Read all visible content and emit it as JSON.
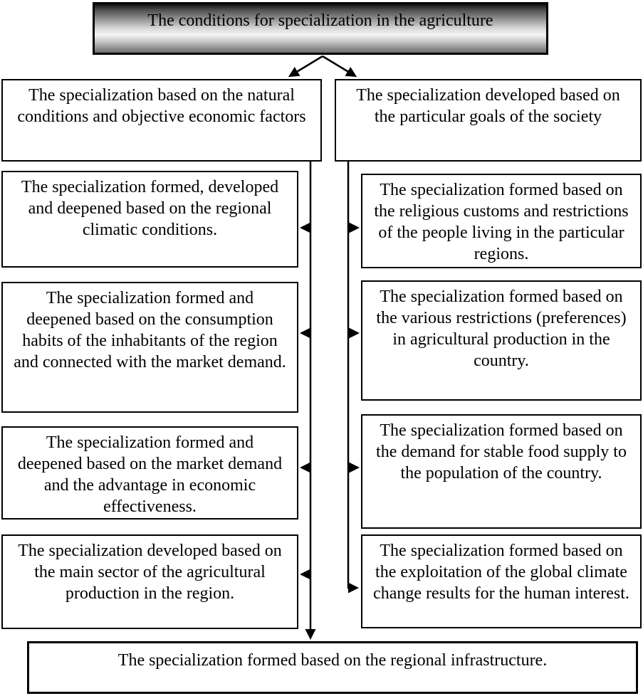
{
  "diagram": {
    "title": "The conditions for specialization in the agriculture",
    "left_branch": {
      "header": "The specialization based on the natural conditions and objective economic factors",
      "items": [
        "The specialization formed, developed and deepened based on the regional climatic conditions.",
        "The specialization formed and deepened based on the consumption habits of the inhabitants of the region and connected with the market demand.",
        "The specialization formed and deepened based on the market demand and the advantage in economic effectiveness.",
        "The specialization developed based on the main sector of the agricultural production in the region."
      ]
    },
    "right_branch": {
      "header": "The specialization developed based on the particular goals of the society",
      "items": [
        "The specialization formed based on the religious customs and restrictions of the people living in the particular regions.",
        "The specialization formed based on the various restrictions (preferences) in agricultural production in the country.",
        "The specialization formed based on the demand for stable food supply to the population of the country.",
        "The specialization formed based on the exploitation of the global climate change results for the human interest."
      ]
    },
    "footer": "The specialization formed based on the regional infrastructure.",
    "colors": {
      "background": "#ffffff",
      "box_border": "#000000",
      "connector_line": "#000000",
      "title_gradient_top": "#131313",
      "title_gradient_middle": "#f5f5f5",
      "title_gradient_bottom": "#707070"
    }
  }
}
